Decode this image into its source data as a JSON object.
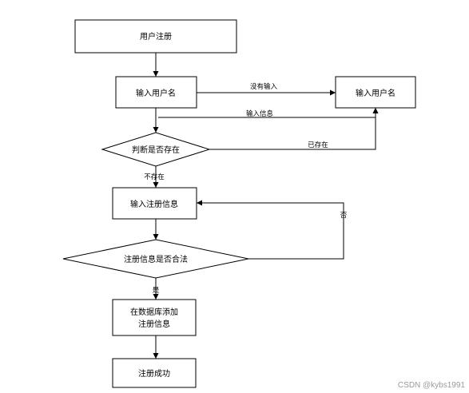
{
  "nodes": {
    "register": "用户注册",
    "input_username": "输入用户名",
    "input_username_right": "输入用户名",
    "check_exists": "判断是否存在",
    "input_info": "输入注册信息",
    "check_valid": "注册信息是否合法",
    "db_add_line1": "在数据库添加",
    "db_add_line2": "注册信息",
    "success": "注册成功"
  },
  "edges": {
    "no_input": "没有输入",
    "input_info": "输入信息",
    "exists": "已存在",
    "not_exists": "不存在",
    "no": "否",
    "yes": "是"
  },
  "watermark": "CSDN @kybs1991"
}
